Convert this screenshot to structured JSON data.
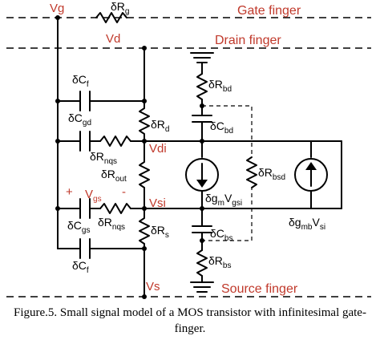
{
  "nodes": {
    "vg": "Vg",
    "vd": "Vd",
    "vdi": "Vdi",
    "vsi": "Vsi",
    "vs": "Vs"
  },
  "fingers": {
    "gate": "Gate finger",
    "drain": "Drain finger",
    "source": "Source finger"
  },
  "components": {
    "rg": {
      "base": "δR",
      "sub": "g"
    },
    "cf_top": {
      "base": "δC",
      "sub": "f"
    },
    "cgd": {
      "base": "δC",
      "sub": "gd"
    },
    "rd": {
      "base": "δR",
      "sub": "d"
    },
    "rnqs_top": {
      "base": "δR",
      "sub": "nqs"
    },
    "rout": {
      "base": "δR",
      "sub": "out"
    },
    "cgs": {
      "base": "δC",
      "sub": "gs"
    },
    "rnqs_bot": {
      "base": "δR",
      "sub": "nqs"
    },
    "rs": {
      "base": "δR",
      "sub": "s"
    },
    "cf_bot": {
      "base": "δC",
      "sub": "f"
    },
    "rbd": {
      "base": "δR",
      "sub": "bd"
    },
    "cbd": {
      "base": "δC",
      "sub": "bd"
    },
    "rbsd": {
      "base": "δR",
      "sub": "bsd"
    },
    "cbs": {
      "base": "δC",
      "sub": "bs"
    },
    "rbs": {
      "base": "δR",
      "sub": "bs"
    },
    "gm": {
      "a": "δg",
      "a_sub": "m",
      "b": "V",
      "b_sub": "gsi"
    },
    "gmb": {
      "a": "δg",
      "a_sub": "mb",
      "b": "V",
      "b_sub": "si"
    }
  },
  "vgs": {
    "plus": "+",
    "base": "V",
    "sub": "gs",
    "minus": "-"
  },
  "caption": {
    "line1": "Figure.5. Small signal model of a MOS transistor with infinitesimal gate-",
    "line2": "finger."
  }
}
